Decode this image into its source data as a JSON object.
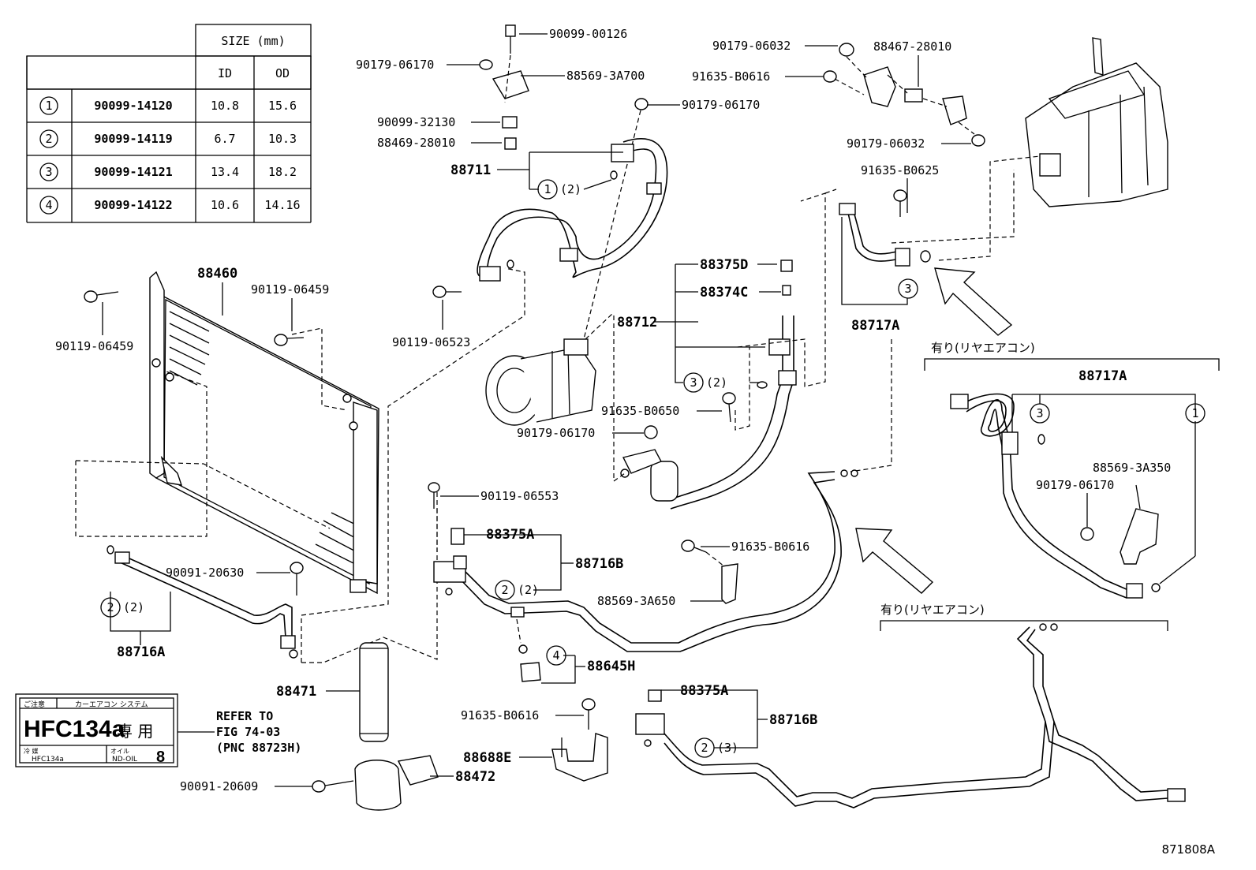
{
  "size_table": {
    "size_header": "SIZE (mm)",
    "id_header": "ID",
    "od_header": "OD",
    "rows": [
      {
        "num": "1",
        "part": "90099-14120",
        "id": "10.8",
        "od": "15.6"
      },
      {
        "num": "2",
        "part": "90099-14119",
        "id": "6.7",
        "od": "10.3"
      },
      {
        "num": "3",
        "part": "90099-14121",
        "id": "13.4",
        "od": "18.2"
      },
      {
        "num": "4",
        "part": "90099-14122",
        "id": "10.6",
        "od": "14.16"
      }
    ]
  },
  "labels": {
    "p90099_00126": "90099-00126",
    "p90179_06170_a": "90179-06170",
    "p88569_3A700": "88569-3A700",
    "p90179_06170_b": "90179-06170",
    "p90099_32130": "90099-32130",
    "p88469_28010": "88469-28010",
    "p88711": "88711",
    "p1_2": "(2)",
    "p90179_06032_a": "90179-06032",
    "p88467_28010": "88467-28010",
    "p91635_B0616_a": "91635-B0616",
    "p90179_06032_b": "90179-06032",
    "p91635_B0625": "91635-B0625",
    "p88717A_a": "88717A",
    "p88460": "88460",
    "p90119_06459_a": "90119-06459",
    "p90119_06459_b": "90119-06459",
    "p90119_06523": "90119-06523",
    "p88375D": "88375D",
    "p88374C": "88374C",
    "p88712": "88712",
    "p3_2a": "(2)",
    "p91635_B0650": "91635-B0650",
    "p90179_06170_c": "90179-06170",
    "rear_ac_a": "有り(リヤエアコン)",
    "p88717A_b": "88717A",
    "p88569_3A350": "88569-3A350",
    "p90179_06170_d": "90179-06170",
    "p90119_06553": "90119-06553",
    "p88375A_a": "88375A",
    "p88716B_a": "88716B",
    "p2_2a": "(2)",
    "p91635_B0616_b": "91635-B0616",
    "p88569_3A650": "88569-3A650",
    "p90091_20630": "90091-20630",
    "p2_2b": "(2)",
    "p88716A": "88716A",
    "p88645H": "88645H",
    "rear_ac_b": "有り(リヤエアコン)",
    "p88471": "88471",
    "p88375A_b": "88375A",
    "p88716B_b": "88716B",
    "p91635_B0616_c": "91635-B0616",
    "p2_3": "(3)",
    "p88688E": "88688E",
    "p90091_20609": "90091-20609",
    "p88472": "88472",
    "refer_1": "REFER TO",
    "refer_2": "FIG 74-03",
    "refer_3": "(PNC 88723H)",
    "fig_id": "871808A"
  },
  "circled": {
    "c1": "1",
    "c2": "2",
    "c3": "3",
    "c4": "4"
  },
  "hfc_label": {
    "caution": "ご注意",
    "system": "カーエアコン システム",
    "big": "HFC134a",
    "big_jp": "専 用",
    "refrigerant_label": "冷 媒",
    "refrigerant": "HFC134a",
    "oil_label": "オイル",
    "oil": "ND-OIL",
    "oil_num": "8"
  }
}
